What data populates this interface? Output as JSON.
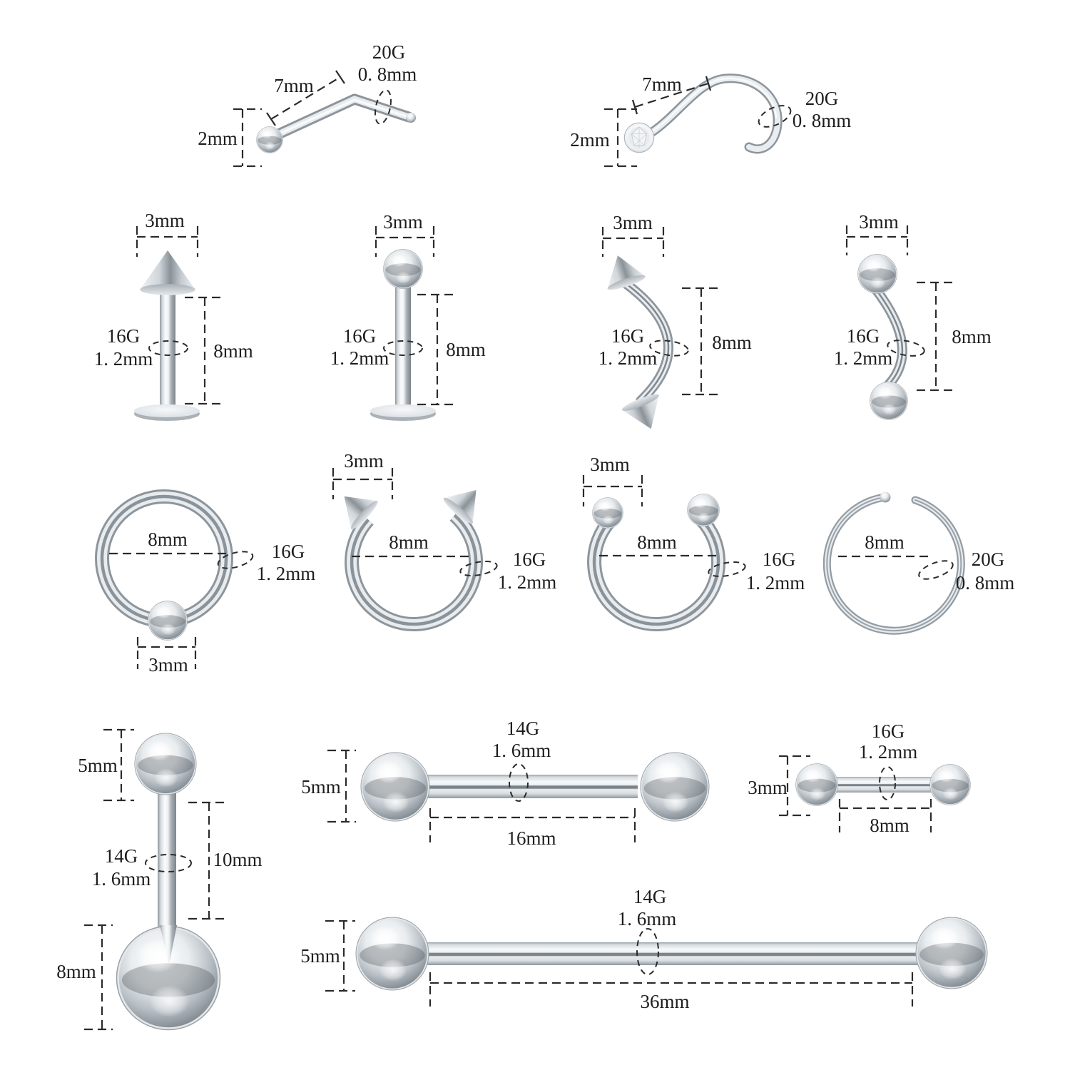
{
  "page": {
    "type": "jewelry-size-diagram",
    "background": "#ffffff",
    "annotation_color": "#2b2b2b",
    "label_color": "#1d1d1d",
    "metal_light": "#f4f6f7",
    "metal_mid": "#b9c0c6",
    "metal_dark": "#7c848a"
  },
  "rows": {
    "row1": {
      "nose_stud_l": {
        "length": "7mm",
        "gauge": "20G",
        "thickness": "0. 8mm",
        "head_size": "2mm"
      },
      "nose_screw": {
        "length": "7mm",
        "gauge": "20G",
        "thickness": "0. 8mm",
        "head_size": "2mm"
      }
    },
    "row2": {
      "labret_cone": {
        "top_size": "3mm",
        "gauge": "16G",
        "thickness": "1. 2mm",
        "bar_length": "8mm"
      },
      "labret_ball": {
        "top_size": "3mm",
        "gauge": "16G",
        "thickness": "1. 2mm",
        "bar_length": "8mm"
      },
      "curved_barbell_cone": {
        "top_size": "3mm",
        "gauge": "16G",
        "thickness": "1. 2mm",
        "bar_length": "8mm"
      },
      "curved_barbell_ball": {
        "top_size": "3mm",
        "gauge": "16G",
        "thickness": "1. 2mm",
        "bar_length": "8mm"
      }
    },
    "row3": {
      "captive_bead_ring": {
        "diameter": "8mm",
        "gauge": "16G",
        "thickness": "1. 2mm",
        "ball_size": "3mm"
      },
      "horseshoe_cone": {
        "end_size": "3mm",
        "diameter": "8mm",
        "gauge": "16G",
        "thickness": "1. 2mm"
      },
      "horseshoe_ball": {
        "end_size": "3mm",
        "diameter": "8mm",
        "gauge": "16G",
        "thickness": "1. 2mm"
      },
      "nose_hoop": {
        "diameter": "8mm",
        "gauge": "20G",
        "thickness": "0. 8mm"
      }
    },
    "row4": {
      "belly_ring": {
        "top_ball": "5mm",
        "gauge": "14G",
        "thickness": "1. 6mm",
        "bar_length": "10mm",
        "bottom_ball": "8mm"
      },
      "straight_barbell_16": {
        "ball_size": "5mm",
        "gauge": "14G",
        "thickness": "1. 6mm",
        "bar_length": "16mm"
      },
      "straight_barbell_8": {
        "ball_size": "3mm",
        "gauge": "16G",
        "thickness": "1. 2mm",
        "bar_length": "8mm"
      },
      "industrial_barbell_36": {
        "ball_size": "5mm",
        "gauge": "14G",
        "thickness": "1. 6mm",
        "bar_length": "36mm"
      }
    }
  }
}
